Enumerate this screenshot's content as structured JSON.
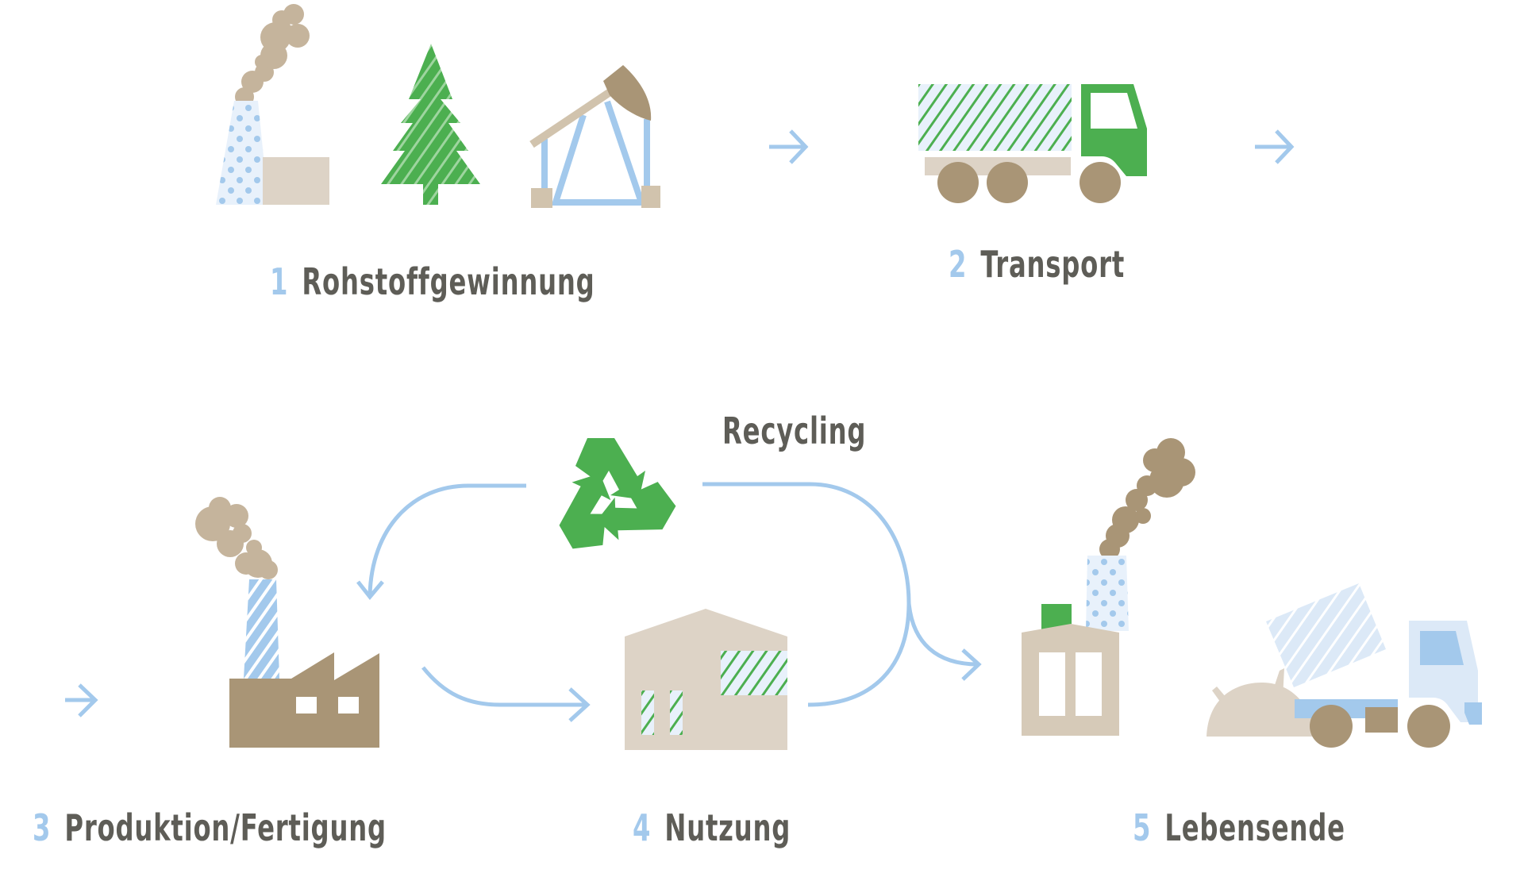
{
  "title": "Lebenszyklus",
  "colors": {
    "green": "#4caf50",
    "arrow_blue": "#a3c9ec",
    "light_blue": "#e8f1fb",
    "smoke_tan": "#c5b49c",
    "brown": "#a99576",
    "beige": "#ddd3c6",
    "text_grey": "#5e5d57"
  },
  "stages": [
    {
      "number": "1",
      "label": "Rohstoffgewinnung",
      "icons": [
        "power-plant-icon",
        "tree-icon",
        "oil-pump-icon"
      ]
    },
    {
      "number": "2",
      "label": "Transport",
      "icons": [
        "truck-icon"
      ]
    },
    {
      "number": "3",
      "label": "Produktion/Fertigung",
      "icons": [
        "factory-icon"
      ]
    },
    {
      "number": "4",
      "label": "Nutzung",
      "icons": [
        "house-icon"
      ]
    },
    {
      "number": "5",
      "label": "Lebensende",
      "icons": [
        "incinerator-icon",
        "dump-truck-icon"
      ]
    }
  ],
  "recycling": {
    "label": "Recycling",
    "icon": "recycle-icon"
  }
}
